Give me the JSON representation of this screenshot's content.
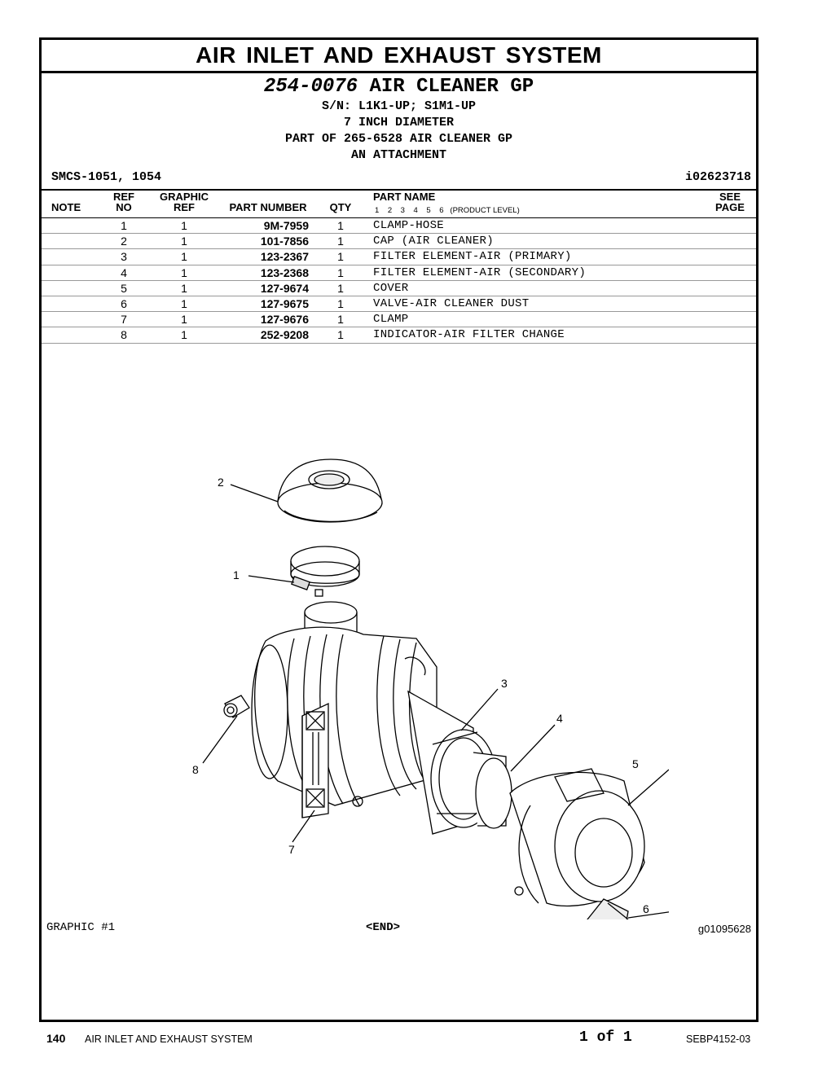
{
  "title": "AIR INLET AND EXHAUST SYSTEM",
  "group": {
    "number": "254-0076",
    "name": "AIR CLEANER GP",
    "lines": [
      "S/N: L1K1-UP; S1M1-UP",
      "7 INCH DIAMETER",
      "PART OF 265-6528 AIR CLEANER GP",
      "AN ATTACHMENT"
    ]
  },
  "smcs": "SMCS-1051, 1054",
  "illustration_id": "i02623718",
  "table": {
    "headers": {
      "note": "NOTE",
      "ref_top": "REF",
      "ref_bottom": "NO",
      "gref_top": "GRAPHIC",
      "gref_bottom": "REF",
      "part_number": "PART NUMBER",
      "qty": "QTY",
      "part_name": "PART NAME",
      "levels": "1    2    3    4    5    6   (PRODUCT LEVEL)",
      "see_top": "SEE",
      "see_bottom": "PAGE"
    },
    "rows": [
      {
        "ref": "1",
        "gref": "1",
        "pn": "9M-7959",
        "qty": "1",
        "name": "CLAMP-HOSE"
      },
      {
        "ref": "2",
        "gref": "1",
        "pn": "101-7856",
        "qty": "1",
        "name": "CAP (AIR CLEANER)"
      },
      {
        "ref": "3",
        "gref": "1",
        "pn": "123-2367",
        "qty": "1",
        "name": "FILTER ELEMENT-AIR (PRIMARY)"
      },
      {
        "ref": "4",
        "gref": "1",
        "pn": "123-2368",
        "qty": "1",
        "name": "FILTER ELEMENT-AIR (SECONDARY)"
      },
      {
        "ref": "5",
        "gref": "1",
        "pn": "127-9674",
        "qty": "1",
        "name": "COVER"
      },
      {
        "ref": "6",
        "gref": "1",
        "pn": "127-9675",
        "qty": "1",
        "name": "VALVE-AIR CLEANER DUST"
      },
      {
        "ref": "7",
        "gref": "1",
        "pn": "127-9676",
        "qty": "1",
        "name": "CLAMP"
      },
      {
        "ref": "8",
        "gref": "1",
        "pn": "252-9208",
        "qty": "1",
        "name": "INDICATOR-AIR FILTER CHANGE"
      }
    ]
  },
  "graphic": {
    "callouts": [
      "1",
      "2",
      "3",
      "4",
      "5",
      "6",
      "7",
      "8"
    ],
    "label": "GRAPHIC #1",
    "end": "<END>",
    "id": "g01095628"
  },
  "footer": {
    "page": "140",
    "section": "AIR INLET AND EXHAUST SYSTEM",
    "page_of": "1 of 1",
    "doc": "SEBP4152-03"
  }
}
